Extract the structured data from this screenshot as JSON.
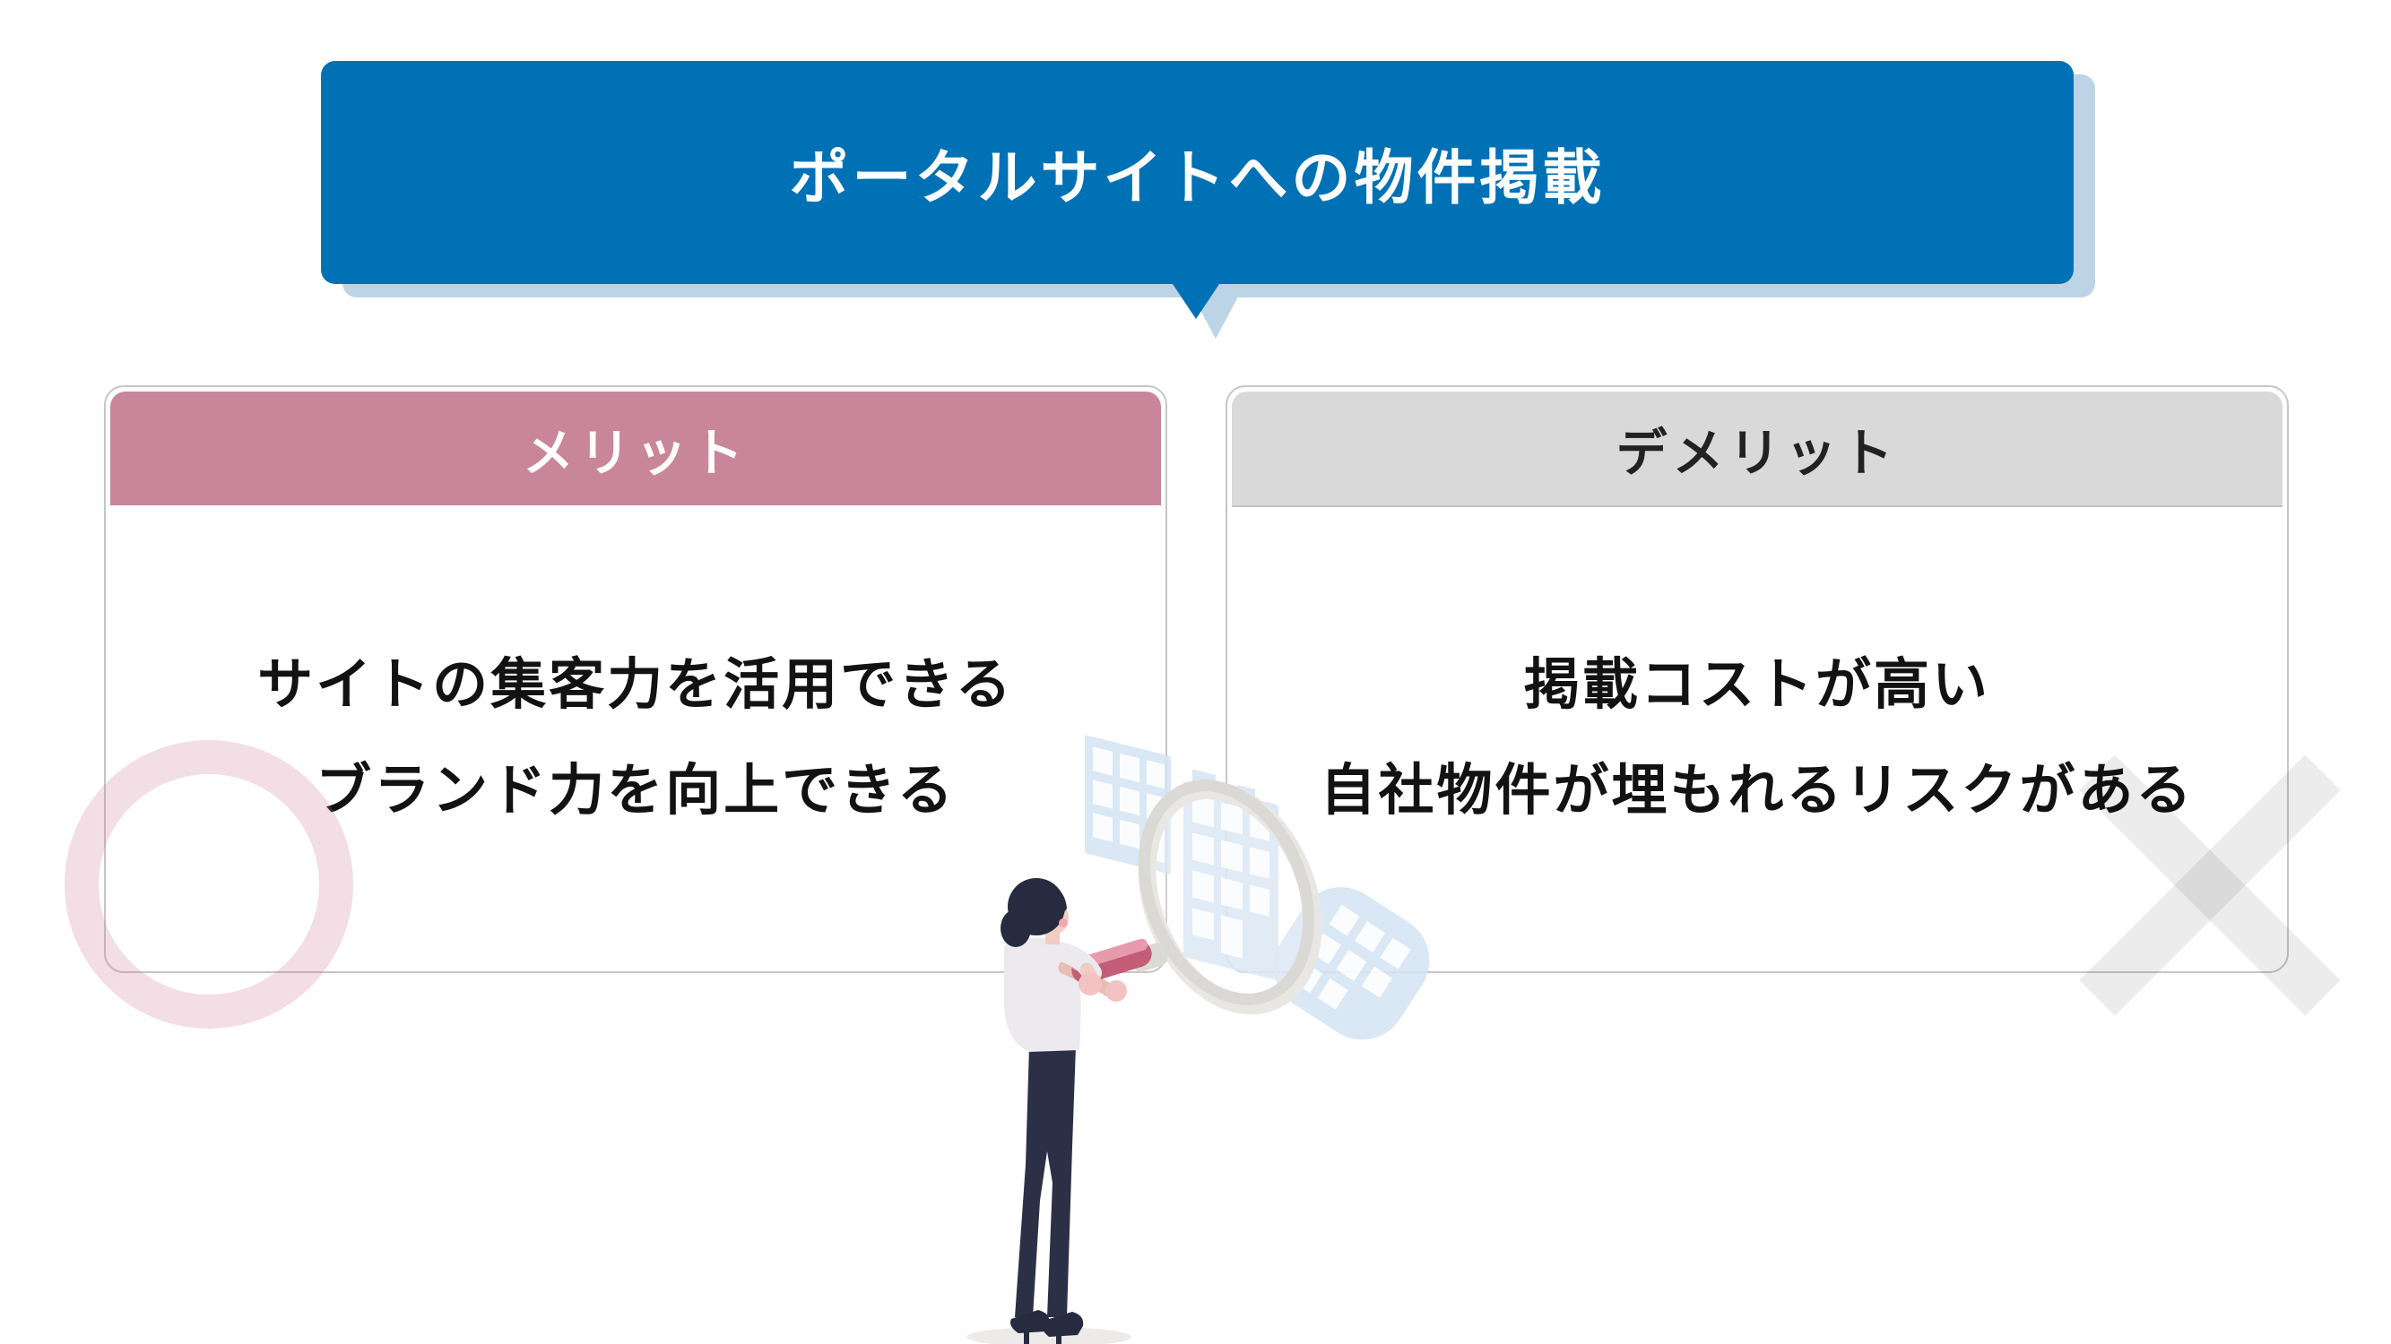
{
  "banner": {
    "title": "ポータルサイトへの物件掲載"
  },
  "cards": {
    "merit": {
      "header": "メリット",
      "line1": "サイトの集客力を活用できる",
      "line2": "ブランド力を向上できる"
    },
    "demerit": {
      "header": "デメリット",
      "line1": "掲載コストが高い",
      "line2": "自社物件が埋もれるリスクがある"
    }
  },
  "marks": {
    "good": "circle-mark",
    "bad": "cross-mark"
  },
  "colors": {
    "banner_blue": "#0071b5",
    "banner_shadow": "#bcd4e6",
    "merit_pink": "#c98599",
    "demerit_gray": "#d9d9d9",
    "card_border": "#c6c6c6",
    "body_text": "#121212",
    "building_blue": "#d3e3f2",
    "magnifier_ring": "#dbd9d5",
    "handle_pink": "#c45d76",
    "hair_navy": "#272b40",
    "o_mark": "rgba(202,118,143,0.24)",
    "x_mark": "rgba(0,0,0,0.075)"
  }
}
